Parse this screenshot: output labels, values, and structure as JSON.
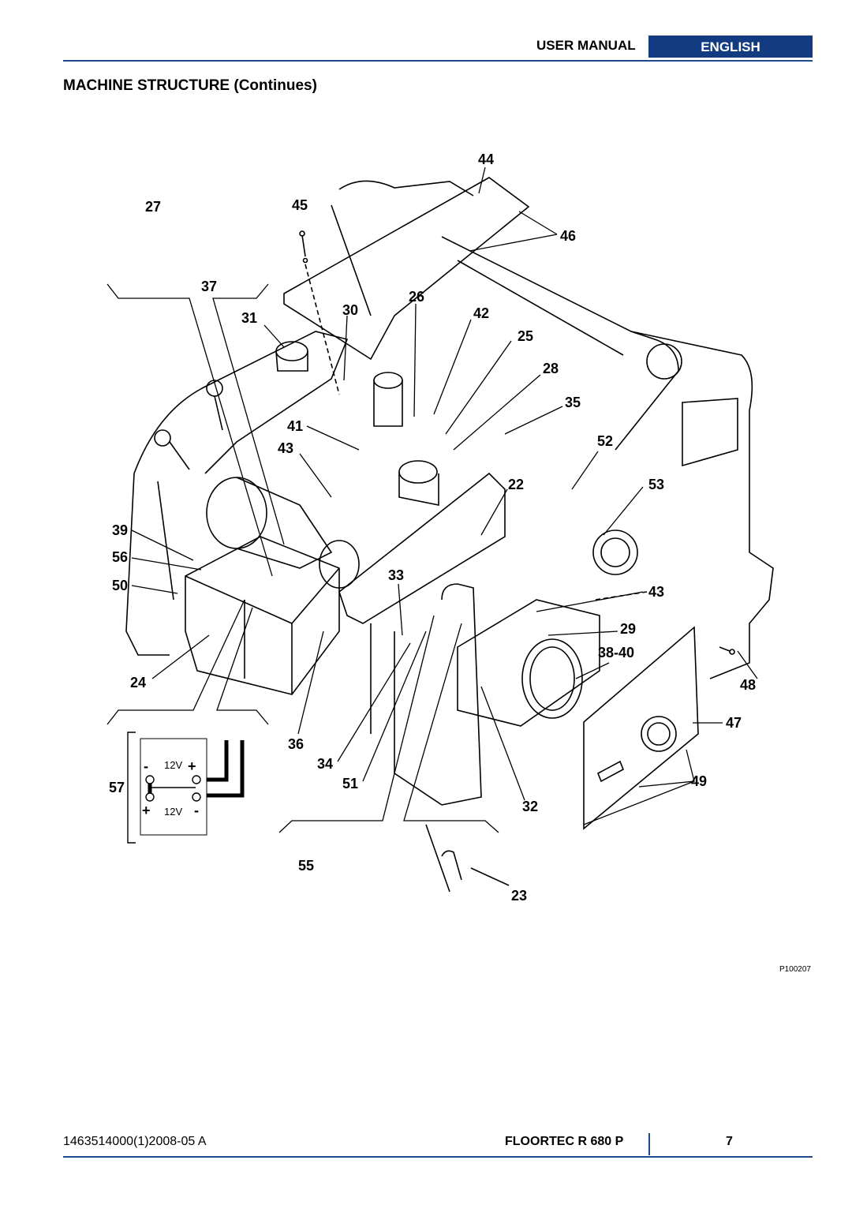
{
  "header": {
    "manual_label": "USER MANUAL",
    "language_label": "ENGLISH"
  },
  "title": "MACHINE STRUCTURE (Continues)",
  "figure": {
    "code": "P100207",
    "callouts": [
      {
        "id": "44",
        "text": "44"
      },
      {
        "id": "27",
        "text": "27"
      },
      {
        "id": "45",
        "text": "45"
      },
      {
        "id": "46",
        "text": "46"
      },
      {
        "id": "37",
        "text": "37"
      },
      {
        "id": "26",
        "text": "26"
      },
      {
        "id": "31",
        "text": "31"
      },
      {
        "id": "30",
        "text": "30"
      },
      {
        "id": "42",
        "text": "42"
      },
      {
        "id": "25",
        "text": "25"
      },
      {
        "id": "28",
        "text": "28"
      },
      {
        "id": "35",
        "text": "35"
      },
      {
        "id": "41",
        "text": "41"
      },
      {
        "id": "43a",
        "text": "43"
      },
      {
        "id": "52",
        "text": "52"
      },
      {
        "id": "22",
        "text": "22"
      },
      {
        "id": "53",
        "text": "53"
      },
      {
        "id": "39",
        "text": "39"
      },
      {
        "id": "56",
        "text": "56"
      },
      {
        "id": "33",
        "text": "33"
      },
      {
        "id": "50",
        "text": "50"
      },
      {
        "id": "43b",
        "text": "43"
      },
      {
        "id": "29",
        "text": "29"
      },
      {
        "id": "38-40",
        "text": "38-40"
      },
      {
        "id": "24",
        "text": "24"
      },
      {
        "id": "48",
        "text": "48"
      },
      {
        "id": "47",
        "text": "47"
      },
      {
        "id": "36",
        "text": "36"
      },
      {
        "id": "34",
        "text": "34"
      },
      {
        "id": "51",
        "text": "51"
      },
      {
        "id": "57",
        "text": "57"
      },
      {
        "id": "49",
        "text": "49"
      },
      {
        "id": "32",
        "text": "32"
      },
      {
        "id": "55",
        "text": "55"
      },
      {
        "id": "23",
        "text": "23"
      }
    ],
    "battery": {
      "top": "12V",
      "bottom": "12V",
      "minus": "-",
      "plus": "+"
    }
  },
  "footer": {
    "doc_ref": "1463514000(1)2008-05 A",
    "model": "FLOORTEC R 680 P",
    "page": "7"
  }
}
